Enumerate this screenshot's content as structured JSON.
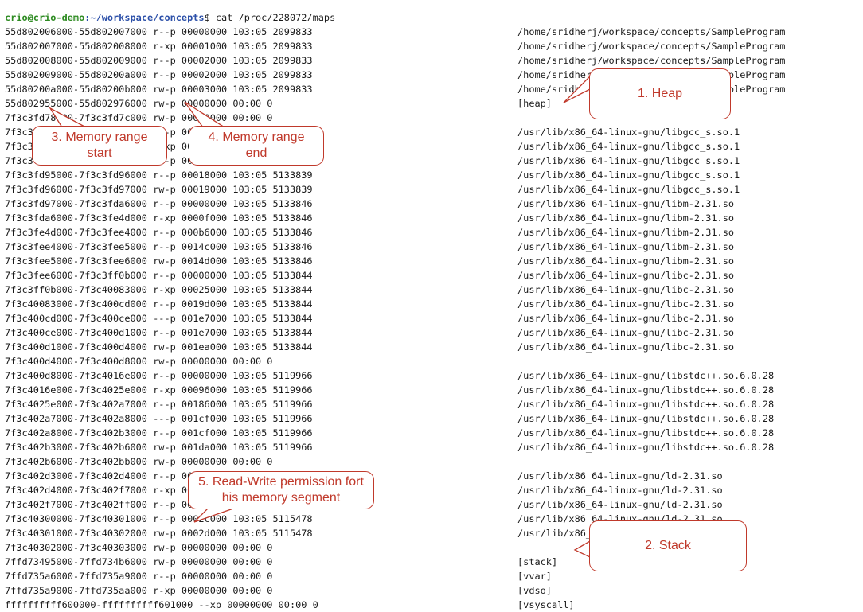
{
  "terminal": {
    "prompt": {
      "user_host": "crio@crio-demo",
      "path": ":~/workspace/concepts",
      "command": "$ cat /proc/228072/maps"
    },
    "rows": [
      {
        "line": "55d802006000-55d802007000 r--p 00000000 103:05 2099833",
        "path": "/home/sridherj/workspace/concepts/SampleProgram"
      },
      {
        "line": "55d802007000-55d802008000 r-xp 00001000 103:05 2099833",
        "path": "/home/sridherj/workspace/concepts/SampleProgram"
      },
      {
        "line": "55d802008000-55d802009000 r--p 00002000 103:05 2099833",
        "path": "/home/sridherj/workspace/concepts/SampleProgram"
      },
      {
        "line": "55d802009000-55d80200a000 r--p 00002000 103:05 2099833",
        "path": "/home/sridherj/workspace/concepts/SampleProgram"
      },
      {
        "line": "55d80200a000-55d80200b000 rw-p 00003000 103:05 2099833",
        "path": "/home/sridherj/workspace/concepts/SampleProgram"
      },
      {
        "line": "55d802955000-55d802976000 rw-p 00000000 00:00 0",
        "path": "[heap]"
      },
      {
        "line": "7f3c3fd78000-7f3c3fd7c000 rw-p 00000000 00:00 0",
        "path": ""
      },
      {
        "line": "7f3c3fd7c000-7f3c3fd8b000 r--p 00000000 103:05 5133839",
        "path": "/usr/lib/x86_64-linux-gnu/libgcc_s.so.1"
      },
      {
        "line": "7f3c3fd8b000-7f3c3fd93000 r-xp 00003000 103:05 5133839",
        "path": "/usr/lib/x86_64-linux-gnu/libgcc_s.so.1"
      },
      {
        "line": "7f3c3fd93000-7f3c3fd94000 r--p 00014000 103:05 5133839",
        "path": "/usr/lib/x86_64-linux-gnu/libgcc_s.so.1"
      },
      {
        "line": "7f3c3fd95000-7f3c3fd96000 r--p 00018000 103:05 5133839",
        "path": "/usr/lib/x86_64-linux-gnu/libgcc_s.so.1"
      },
      {
        "line": "7f3c3fd96000-7f3c3fd97000 rw-p 00019000 103:05 5133839",
        "path": "/usr/lib/x86_64-linux-gnu/libgcc_s.so.1"
      },
      {
        "line": "7f3c3fd97000-7f3c3fda6000 r--p 00000000 103:05 5133846",
        "path": "/usr/lib/x86_64-linux-gnu/libm-2.31.so"
      },
      {
        "line": "7f3c3fda6000-7f3c3fe4d000 r-xp 0000f000 103:05 5133846",
        "path": "/usr/lib/x86_64-linux-gnu/libm-2.31.so"
      },
      {
        "line": "7f3c3fe4d000-7f3c3fee4000 r--p 000b6000 103:05 5133846",
        "path": "/usr/lib/x86_64-linux-gnu/libm-2.31.so"
      },
      {
        "line": "7f3c3fee4000-7f3c3fee5000 r--p 0014c000 103:05 5133846",
        "path": "/usr/lib/x86_64-linux-gnu/libm-2.31.so"
      },
      {
        "line": "7f3c3fee5000-7f3c3fee6000 rw-p 0014d000 103:05 5133846",
        "path": "/usr/lib/x86_64-linux-gnu/libm-2.31.so"
      },
      {
        "line": "7f3c3fee6000-7f3c3ff0b000 r--p 00000000 103:05 5133844",
        "path": "/usr/lib/x86_64-linux-gnu/libc-2.31.so"
      },
      {
        "line": "7f3c3ff0b000-7f3c40083000 r-xp 00025000 103:05 5133844",
        "path": "/usr/lib/x86_64-linux-gnu/libc-2.31.so"
      },
      {
        "line": "7f3c40083000-7f3c400cd000 r--p 0019d000 103:05 5133844",
        "path": "/usr/lib/x86_64-linux-gnu/libc-2.31.so"
      },
      {
        "line": "7f3c400cd000-7f3c400ce000 ---p 001e7000 103:05 5133844",
        "path": "/usr/lib/x86_64-linux-gnu/libc-2.31.so"
      },
      {
        "line": "7f3c400ce000-7f3c400d1000 r--p 001e7000 103:05 5133844",
        "path": "/usr/lib/x86_64-linux-gnu/libc-2.31.so"
      },
      {
        "line": "7f3c400d1000-7f3c400d4000 rw-p 001ea000 103:05 5133844",
        "path": "/usr/lib/x86_64-linux-gnu/libc-2.31.so"
      },
      {
        "line": "7f3c400d4000-7f3c400d8000 rw-p 00000000 00:00 0",
        "path": ""
      },
      {
        "line": "7f3c400d8000-7f3c4016e000 r--p 00000000 103:05 5119966",
        "path": "/usr/lib/x86_64-linux-gnu/libstdc++.so.6.0.28"
      },
      {
        "line": "7f3c4016e000-7f3c4025e000 r-xp 00096000 103:05 5119966",
        "path": "/usr/lib/x86_64-linux-gnu/libstdc++.so.6.0.28"
      },
      {
        "line": "7f3c4025e000-7f3c402a7000 r--p 00186000 103:05 5119966",
        "path": "/usr/lib/x86_64-linux-gnu/libstdc++.so.6.0.28"
      },
      {
        "line": "7f3c402a7000-7f3c402a8000 ---p 001cf000 103:05 5119966",
        "path": "/usr/lib/x86_64-linux-gnu/libstdc++.so.6.0.28"
      },
      {
        "line": "7f3c402a8000-7f3c402b3000 r--p 001cf000 103:05 5119966",
        "path": "/usr/lib/x86_64-linux-gnu/libstdc++.so.6.0.28"
      },
      {
        "line": "7f3c402b3000-7f3c402b6000 rw-p 001da000 103:05 5119966",
        "path": "/usr/lib/x86_64-linux-gnu/libstdc++.so.6.0.28"
      },
      {
        "line": "7f3c402b6000-7f3c402bb000 rw-p 00000000 00:00 0",
        "path": ""
      },
      {
        "line": "7f3c402d3000-7f3c402d4000 r--p 00000000 103:05 5115478",
        "path": "/usr/lib/x86_64-linux-gnu/ld-2.31.so"
      },
      {
        "line": "7f3c402d4000-7f3c402f7000 r-xp 00001000 103:05 5115478",
        "path": "/usr/lib/x86_64-linux-gnu/ld-2.31.so"
      },
      {
        "line": "7f3c402f7000-7f3c402ff000 r--p 00024000 103:05 5115478",
        "path": "/usr/lib/x86_64-linux-gnu/ld-2.31.so"
      },
      {
        "line": "7f3c40300000-7f3c40301000 r--p 0002c000 103:05 5115478",
        "path": "/usr/lib/x86_64-linux-gnu/ld-2.31.so"
      },
      {
        "line": "7f3c40301000-7f3c40302000 rw-p 0002d000 103:05 5115478",
        "path": "/usr/lib/x86_64-linux-gnu/ld-2.31.so"
      },
      {
        "line": "7f3c40302000-7f3c40303000 rw-p 00000000 00:00 0",
        "path": ""
      },
      {
        "line": "7ffd73495000-7ffd734b6000 rw-p 00000000 00:00 0",
        "path": "[stack]"
      },
      {
        "line": "7ffd735a6000-7ffd735a9000 r--p 00000000 00:00 0",
        "path": "[vvar]"
      },
      {
        "line": "7ffd735a9000-7ffd735aa000 r-xp 00000000 00:00 0",
        "path": "[vdso]"
      },
      {
        "line": "ffffffffff600000-ffffffffff601000 --xp 00000000 00:00 0",
        "path": "[vsyscall]"
      }
    ]
  },
  "annotations": {
    "heap": "1. Heap",
    "stack": "2. Stack",
    "range_start": "3. Memory range start",
    "range_end": "4. Memory range end",
    "permission": "5. Read-Write permission fort his memory segment"
  }
}
